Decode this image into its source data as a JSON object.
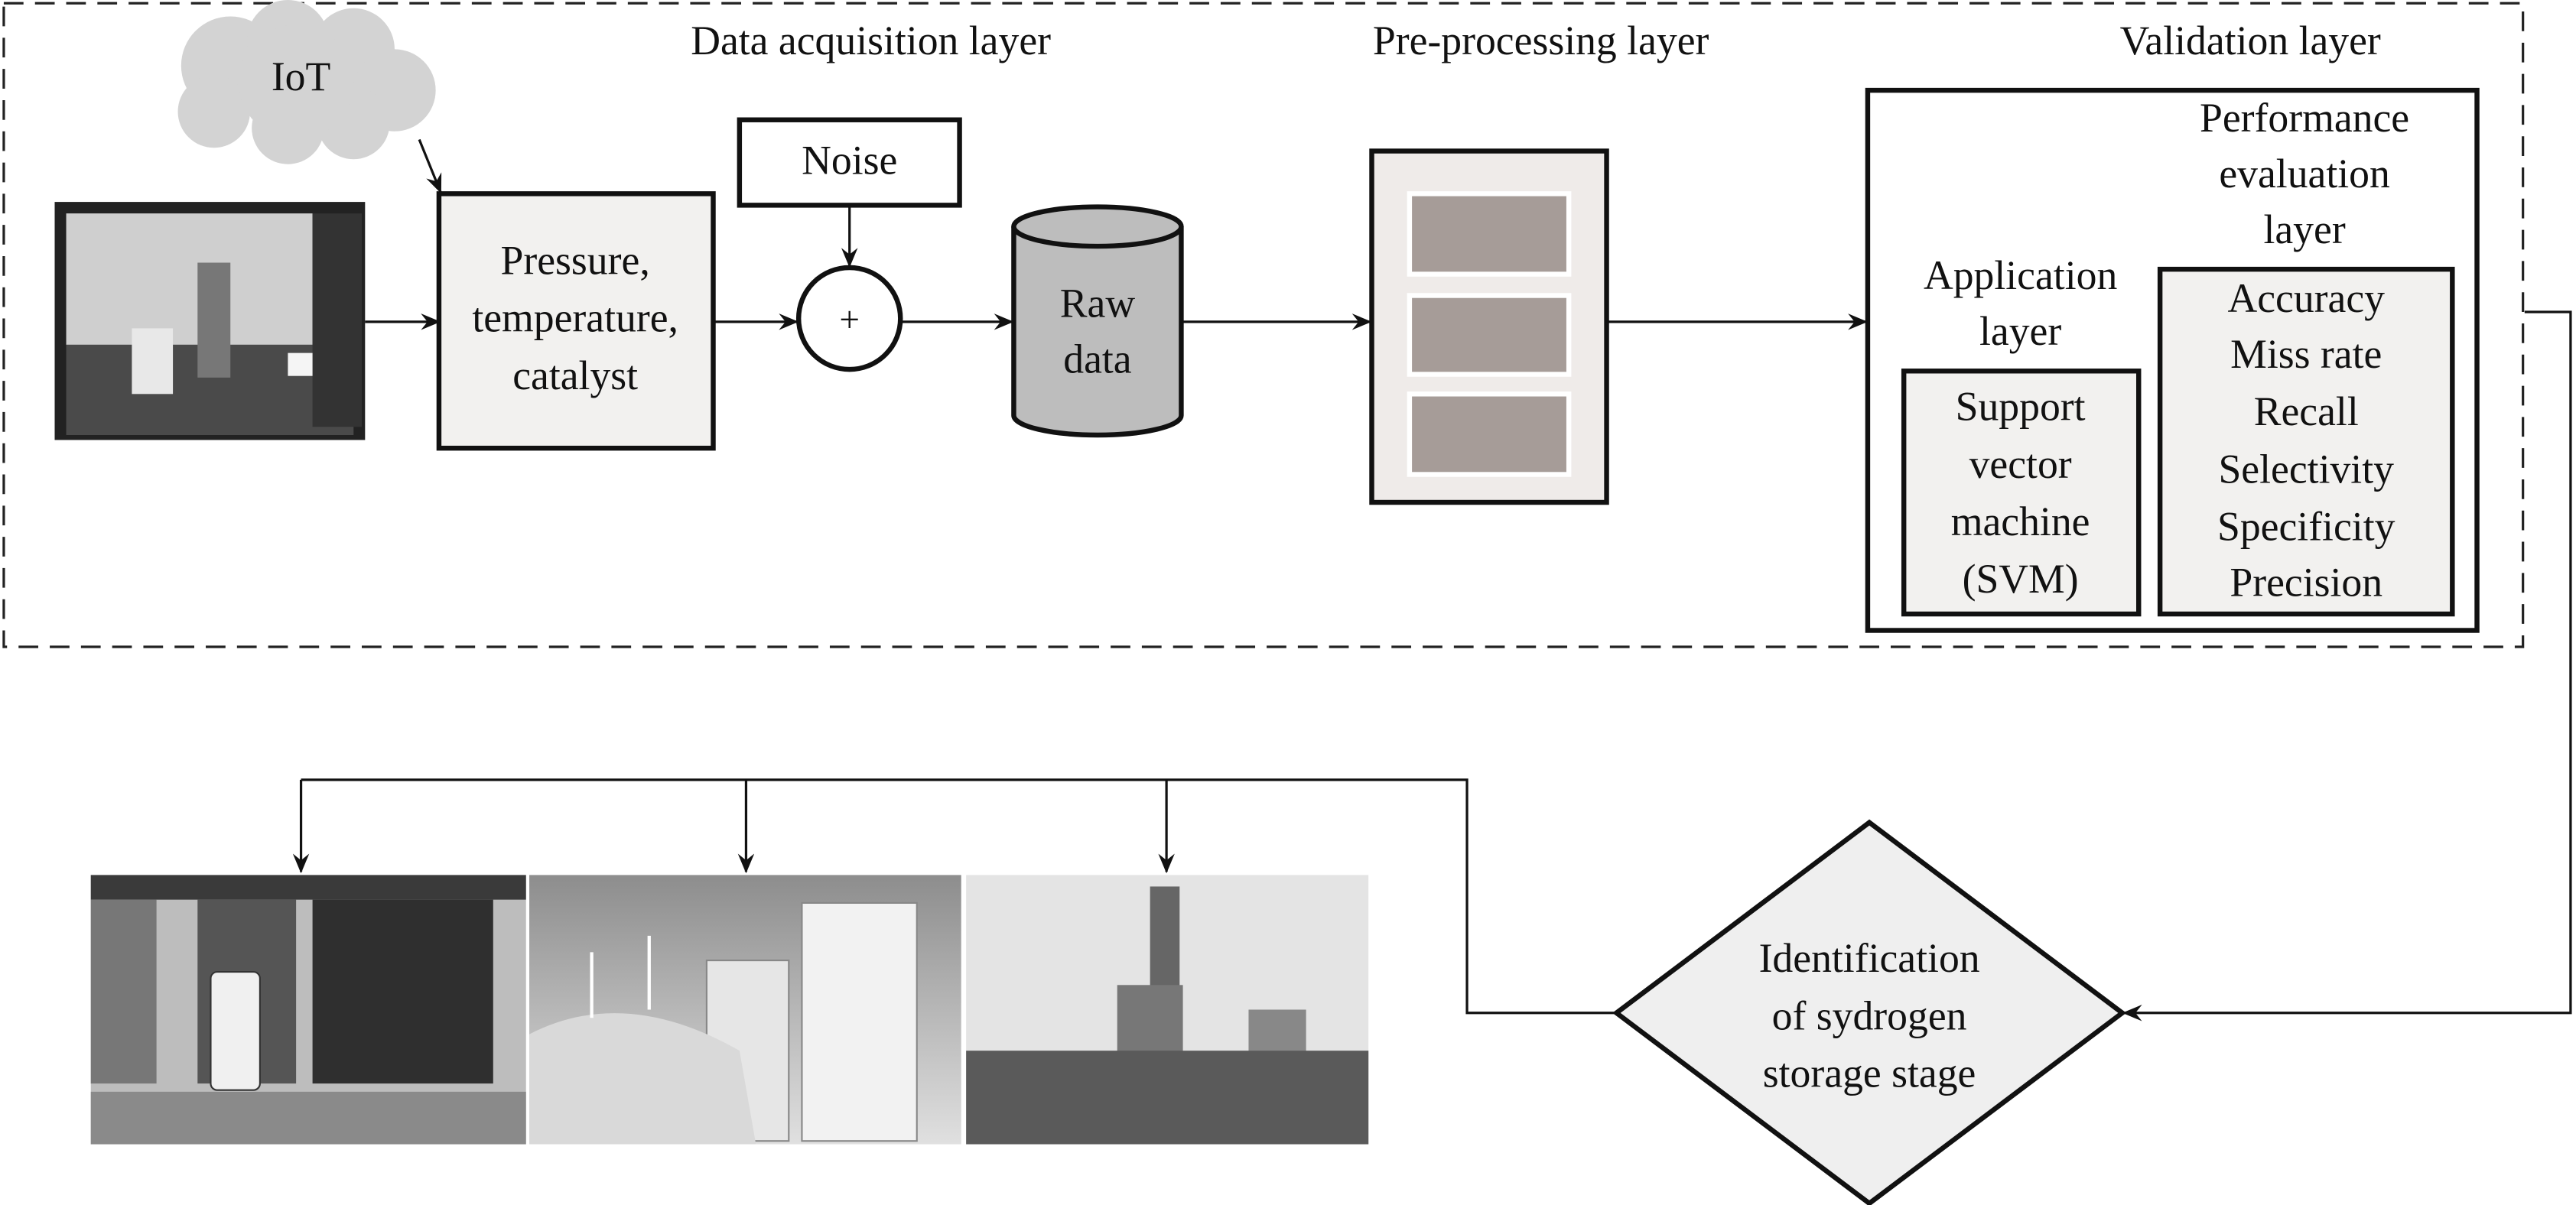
{
  "layers": {
    "data_acquisition": "Data acquisition layer",
    "pre_processing": "Pre-processing layer",
    "validation": "Validation layer"
  },
  "iot": "IoT",
  "noise": "Noise",
  "adder_symbol": "+",
  "sensor_box": [
    "Pressure,",
    "temperature,",
    "catalyst"
  ],
  "raw_data": [
    "Raw",
    "data"
  ],
  "performance_title": [
    "Performance",
    "evaluation",
    "layer"
  ],
  "application_title": [
    "Application",
    "layer"
  ],
  "svm": [
    "Support",
    "vector",
    "machine",
    "(SVM)"
  ],
  "metrics": [
    "Accuracy",
    "Miss rate",
    "Recall",
    "Selectivity",
    "Specificity",
    "Precision"
  ],
  "decision": [
    "Identification",
    "of sydrogen",
    "storage stage"
  ],
  "colors": {
    "box_fill": "#f2f1ef",
    "cloud_fill": "#d3d3d3",
    "cylinder_fill": "#bdbdbd",
    "preproc_block": "#a69c98"
  }
}
